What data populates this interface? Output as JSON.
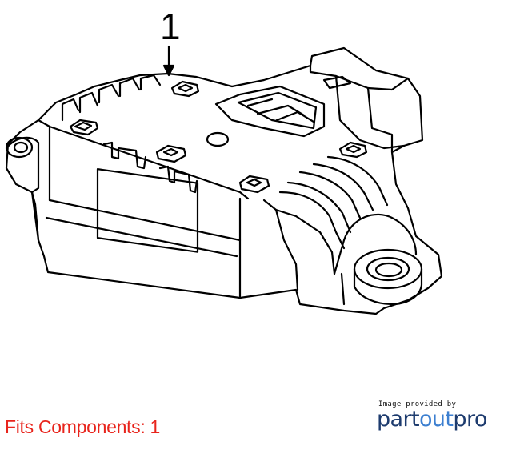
{
  "diagram": {
    "callout_number": "1",
    "fits_label": "Fits Components: 1"
  },
  "credit": {
    "provided_by": "Image provided by",
    "logo_part": "part",
    "logo_out": "out",
    "logo_pro": "pro"
  },
  "colors": {
    "line": "#000000",
    "fits_text": "#e8241c",
    "logo_dark": "#1d3b6e",
    "logo_light": "#3c7fd0"
  }
}
